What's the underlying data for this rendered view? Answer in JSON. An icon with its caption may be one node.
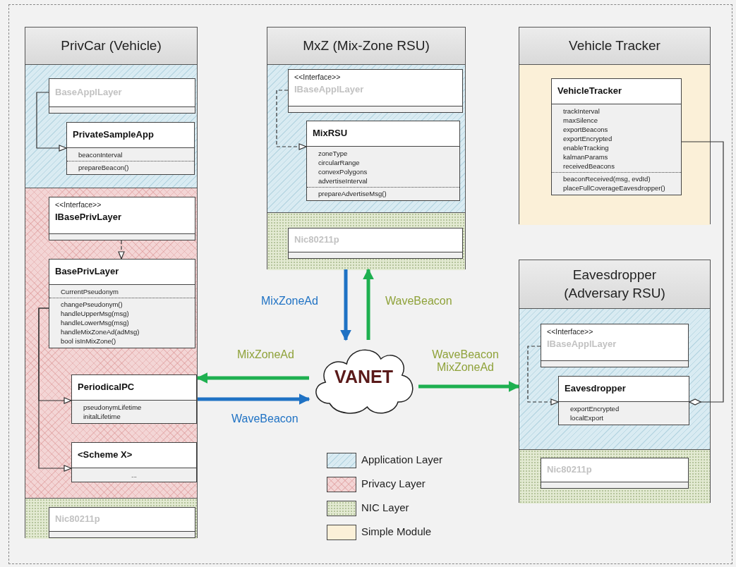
{
  "diagram": {
    "nodes": [
      {
        "text": [
          "PrivCar (Vehicle)"
        ]
      },
      {
        "text": [
          "BaseApplLayer"
        ],
        "in": 0
      },
      {
        "text": [
          "PrivateSampleApp",
          "beaconInterval",
          "prepareBeacon()"
        ],
        "in": 0
      },
      {
        "text": [
          "<<Interface>>",
          "IBasePrivLayer"
        ],
        "in": 0
      },
      {
        "text": [
          "BasePrivLayer",
          "CurrentPseudonym",
          "changePseudonym()",
          "handleUpperMsg(msg)",
          "handleLowerMsg(msg)",
          "handleMixZoneAd(adMsg)",
          "bool isInMixZone()"
        ],
        "in": 0
      },
      {
        "text": [
          "PeriodicalPC",
          "pseudonymLifetime",
          "initalLifetime"
        ],
        "in": 0
      },
      {
        "text": [
          "<Scheme X>",
          "..."
        ],
        "in": 0
      },
      {
        "text": [
          "Nic80211p"
        ],
        "in": 0
      },
      {
        "text": [
          "MxZ (Mix-Zone RSU)"
        ]
      },
      {
        "text": [
          "<<Interface>>",
          "IBaseApplLayer"
        ],
        "in": 8
      },
      {
        "text": [
          "MixRSU",
          "zoneType",
          "circularRange",
          "convexPolygons",
          "advertiseInterval",
          "prepareAdvertiseMsg()"
        ],
        "in": 8
      },
      {
        "text": [
          "Nic80211p"
        ],
        "in": 8
      },
      {
        "text": [
          "Vehicle Tracker"
        ]
      },
      {
        "text": [
          "VehicleTracker",
          "trackInterval",
          "maxSilence",
          "exportBeacons",
          "exportEncrypted",
          "enableTracking",
          "kalmanParams",
          "receivedBeacons",
          "beaconReceived(msg, evdId)",
          "placeFullCoverageEavesdropper()"
        ],
        "in": 12
      },
      {
        "text": [
          "Eavesdropper (Adversary RSU)"
        ]
      },
      {
        "text": [
          "<<Interface>>",
          "IBaseApplLayer"
        ],
        "in": 14
      },
      {
        "text": [
          "Eavesdropper",
          "exportEncrypted",
          "localExport"
        ],
        "in": 14
      },
      {
        "text": [
          "Nic80211p"
        ],
        "in": 14
      },
      {
        "text": [
          "VANET"
        ]
      }
    ],
    "edges": [
      {
        "from": 1,
        "to": 2,
        "arrow": "to"
      },
      {
        "from": 3,
        "to": 4,
        "arrow": "to",
        "style": "dashed"
      },
      {
        "from": 4,
        "to": 5,
        "arrow": "to"
      },
      {
        "from": 4,
        "to": 6,
        "arrow": "to"
      },
      {
        "from": 9,
        "to": 10,
        "arrow": "to",
        "style": "dashed"
      },
      {
        "from": 13,
        "to": 16,
        "arrow": "other"
      },
      {
        "from": 15,
        "to": 16,
        "arrow": "to",
        "style": "dashed"
      },
      {
        "from": 8,
        "to": 18,
        "arrow": "to",
        "label": "MixZoneAd",
        "style": "thick",
        "color": "#1f72c4"
      },
      {
        "from": 18,
        "to": 8,
        "arrow": "to",
        "label": "WaveBeacon",
        "style": "thick",
        "color": "#1eb050"
      },
      {
        "from": 18,
        "to": 0,
        "arrow": "to",
        "label": "MixZoneAd",
        "style": "thick",
        "color": "#1eb050"
      },
      {
        "from": 0,
        "to": 18,
        "arrow": "to",
        "label": "WaveBeacon",
        "style": "thick",
        "color": "#1f72c4"
      },
      {
        "from": 18,
        "to": 14,
        "arrow": "to",
        "label": "WaveBeacon MixZoneAd",
        "style": "thick",
        "color": "#1eb050"
      }
    ],
    "legend": [
      {
        "text": "Application Layer",
        "color": "#d9ebf2"
      },
      {
        "text": "Privacy Layer",
        "color": "#f3d5d5"
      },
      {
        "text": "NIC Layer",
        "color": "#e3ead2"
      },
      {
        "text": "Simple Module",
        "color": "#fbf0d8"
      }
    ]
  }
}
